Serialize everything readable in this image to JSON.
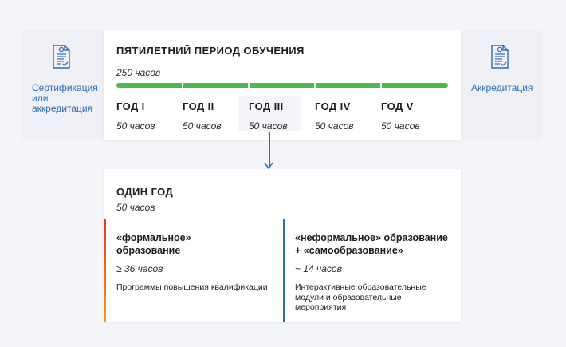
{
  "left_side": {
    "label_lines": [
      "Сертификация",
      "или",
      "аккредитация"
    ],
    "icon": "certificate-document-icon"
  },
  "right_side": {
    "label": "Аккредитация",
    "icon": "certificate-document-icon"
  },
  "period": {
    "title": "ПЯТИЛЕТНИЙ ПЕРИОД ОБУЧЕНИЯ",
    "hours": "250 часов",
    "progress_color": "#4cba4f",
    "years": [
      {
        "name": "ГОД I",
        "hours": "50 часов"
      },
      {
        "name": "ГОД II",
        "hours": "50 часов"
      },
      {
        "name": "ГОД III",
        "hours": "50 часов"
      },
      {
        "name": "ГОД IV",
        "hours": "50 часов"
      },
      {
        "name": "ГОД V",
        "hours": "50 часов"
      }
    ]
  },
  "one_year": {
    "title": "ОДИН ГОД",
    "hours": "50 часов",
    "formal": {
      "title_lines": [
        "«формальное»",
        "образование"
      ],
      "hours": "≥ 36 часов",
      "description": "Программы повышения квалификации"
    },
    "informal": {
      "title_lines": [
        "«неформальное» образование",
        "+ «самообразование»"
      ],
      "hours": "~ 14 часов",
      "description_lines": [
        "Интерактивные образовательные",
        "модули и образовательные",
        "мероприятия"
      ]
    }
  },
  "colors": {
    "accent_blue": "#2f6eb3",
    "formal_bar_top": "#e8352b",
    "formal_bar_bottom": "#f39a1e",
    "informal_bar": "#2f6eb3"
  }
}
